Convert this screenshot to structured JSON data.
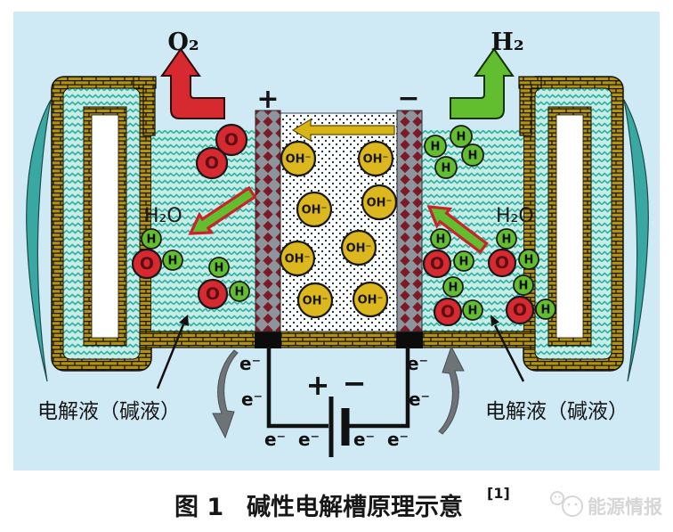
{
  "figure": {
    "labels": {
      "oxygen_gas": "O₂",
      "hydrogen_gas": "H₂",
      "anode_sign": "+",
      "cathode_sign": "−",
      "water_left": "H₂O",
      "water_right": "H₂O",
      "hydroxide_ion": "OH⁻",
      "oxygen_atom": "O",
      "hydrogen_atom": "H",
      "electron": "e⁻",
      "battery_plus": "+",
      "battery_minus": "−",
      "electrolyte_left": "电解液（碱液）",
      "electrolyte_right": "电解液（碱液）"
    },
    "caption": {
      "figure_label": "图 1",
      "title": "碱性电解槽原理示意",
      "reference": "[1]"
    },
    "watermark": {
      "brand": "能源情报"
    },
    "colors": {
      "background": "#cfe9f5",
      "brick": "#b2930e",
      "electrolyte_base": "#c9ece7",
      "electrolyte_wave": "#2fb3a3",
      "membrane_base": "#fafdfe",
      "membrane_dot": "#1d1d1d",
      "electrode_gray": "#8d959c",
      "electrode_diamond": "#7c1a28",
      "oxygen_red": "#d62a30",
      "hydrogen_green": "#62bd2f",
      "hydroxide_yellow": "#ddb71e",
      "arrow_yellow": "#d7b517",
      "circulation_teal": "#3aa8a2",
      "electron_arrow_gray": "#6d7377",
      "wire_black": "#111111"
    }
  }
}
